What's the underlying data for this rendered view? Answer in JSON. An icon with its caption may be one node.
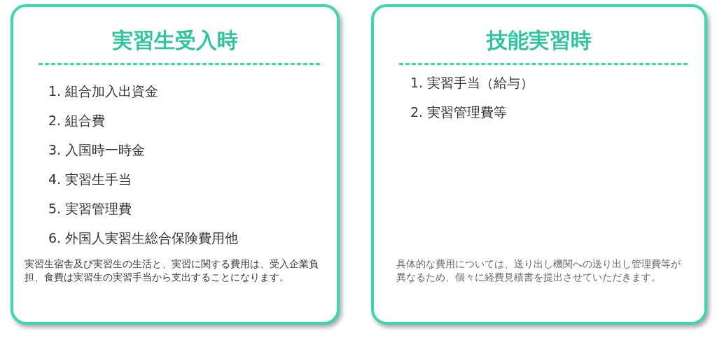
{
  "diagram": {
    "nodes": [
      {
        "text": [
          "実習生受入時",
          "1. 組合加入出資金",
          "2. 組合費",
          "3. 入国時一時金",
          "4. 実習生手当",
          "5. 実習管理費",
          "6. 外国人実習生総合保険費用他",
          "実習生宿舎及び実習生の生活と、実習に関する費用は、受入企業負担、食費は実習生の実習手当から支出することになります。"
        ]
      },
      {
        "text": [
          "技能実習時",
          "1. 実習手当（給与）",
          "2. 実習管理費等",
          "具体的な費用については、送り出し機関への送り出し管理費等が異なるため、個々に経費見積書を提出させていただきます。"
        ]
      }
    ]
  }
}
